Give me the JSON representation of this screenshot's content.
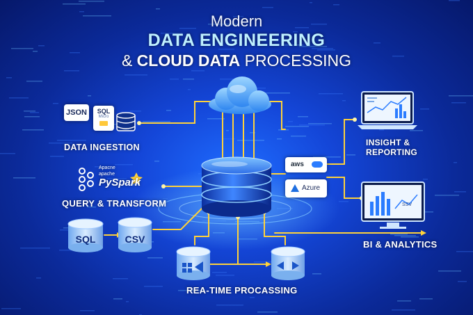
{
  "title": {
    "line1": "Modern",
    "line2": "DATA ENGINEERING",
    "line3_amp": "& ",
    "line3_bold": "CLOUD DATA",
    "line3_thin": " PROCESSING"
  },
  "sections": {
    "ingestion": "DATA INGESTION",
    "query": "QUERY & TRANSFORM",
    "insight_line1": "INSIGHT &",
    "insight_line2": "REPORTING",
    "bi": "BI & ANALYTICS",
    "realtime": "REA-TIME PROCASSING"
  },
  "ingestion_items": {
    "json": "JSON",
    "sql_label": "SQL",
    "sql_sub": "Micro"
  },
  "pyspark": {
    "line1": "Apacne",
    "line2": "apache",
    "brand": "PySpark"
  },
  "storage": {
    "sql": "SQL",
    "csv": "CSV"
  },
  "cloud_badges": {
    "aws": "aws",
    "azure": "Azure"
  },
  "bi_chart_label": "SSV",
  "colors": {
    "accent_yellow": "#ffd23a",
    "cloud_blue": "#4fb0ff",
    "title_cyan": "#bff0ff"
  }
}
